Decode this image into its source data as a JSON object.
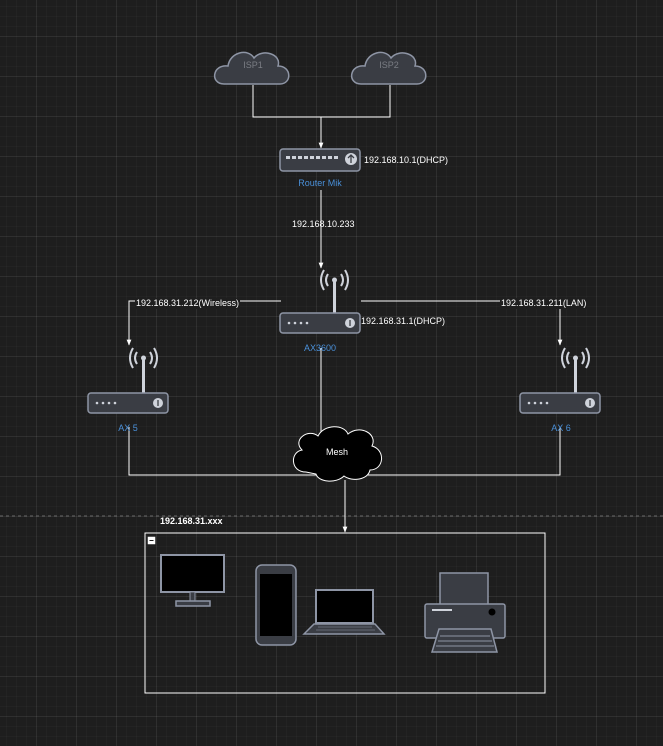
{
  "nodes": {
    "isp1": "ISP1",
    "isp2": "ISP2",
    "router": "Router Mik",
    "ax3600": "AX3600",
    "ax5": "AX 5",
    "ax6": "AX 6",
    "mesh": "Mesh"
  },
  "edges": {
    "router_ip": "192.168.10.1(DHCP)",
    "uplink_ip": "192.168.10.233",
    "ax3600_ip": "192.168.31.1(DHCP)",
    "ax5_ip": "192.168.31.212(Wireless)",
    "ax6_ip": "192.168.31.211(LAN)"
  },
  "group": {
    "title": "192.168.31.xxx",
    "devices": [
      "monitor",
      "phone",
      "laptop",
      "printer"
    ]
  },
  "colors": {
    "background": "#1e1e1e",
    "line": "#ffffff",
    "device_fill": "#3a3d44",
    "device_stroke": "#8e95a5",
    "label_blue": "#4a90d9"
  },
  "icons": [
    "cloud-icon",
    "router-icon",
    "wifi-router-icon",
    "monitor-icon",
    "phone-icon",
    "laptop-icon",
    "printer-icon"
  ]
}
